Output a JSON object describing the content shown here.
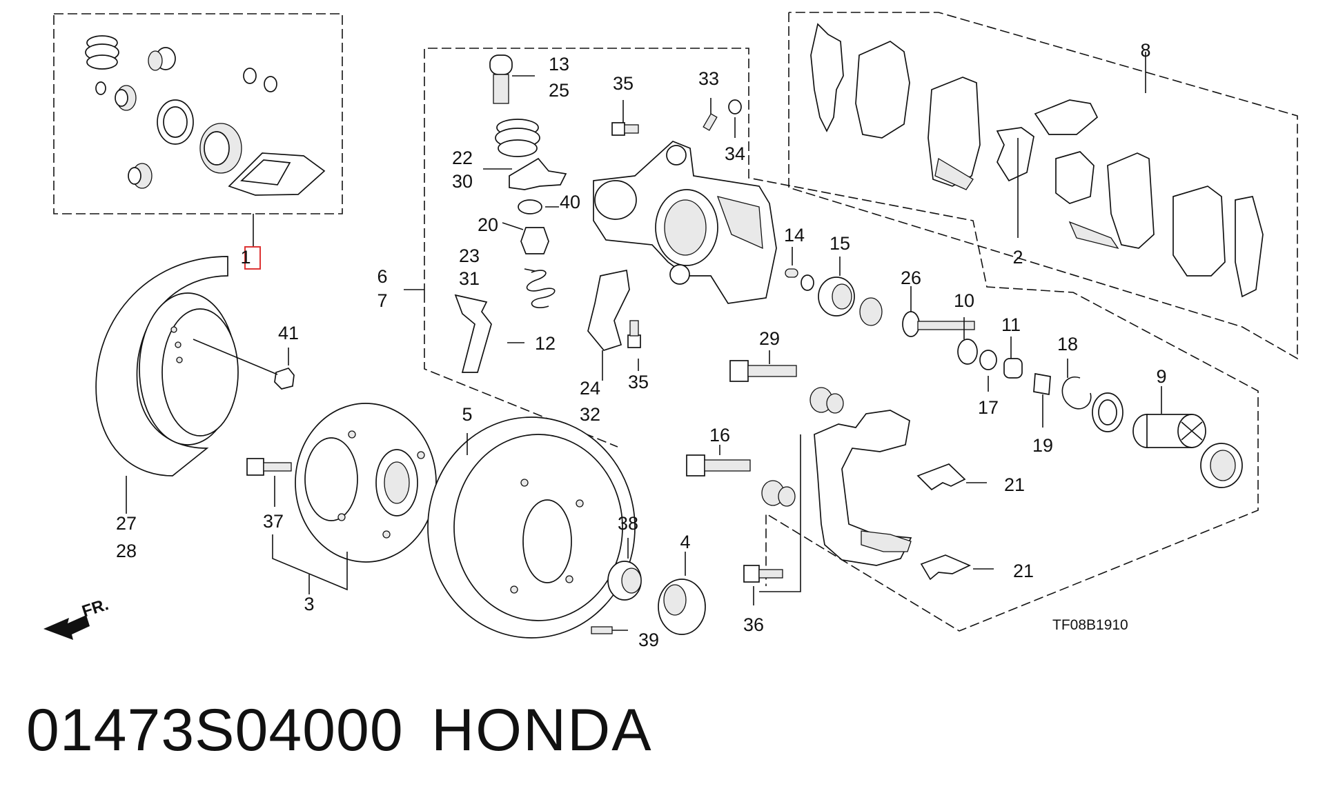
{
  "diagram": {
    "drawing_code": "TF08B1910",
    "front_marker": "FR.",
    "callouts": [
      "1",
      "2",
      "3",
      "4",
      "5",
      "6",
      "7",
      "8",
      "9",
      "10",
      "11",
      "12",
      "13",
      "25",
      "14",
      "15",
      "16",
      "17",
      "18",
      "19",
      "20",
      "21",
      "21",
      "22",
      "30",
      "23",
      "31",
      "24",
      "32",
      "26",
      "27",
      "28",
      "29",
      "33",
      "34",
      "35",
      "35",
      "36",
      "37",
      "38",
      "39",
      "40",
      "41"
    ]
  },
  "footer": {
    "part_number": "01473S04000",
    "brand": "HONDA"
  }
}
